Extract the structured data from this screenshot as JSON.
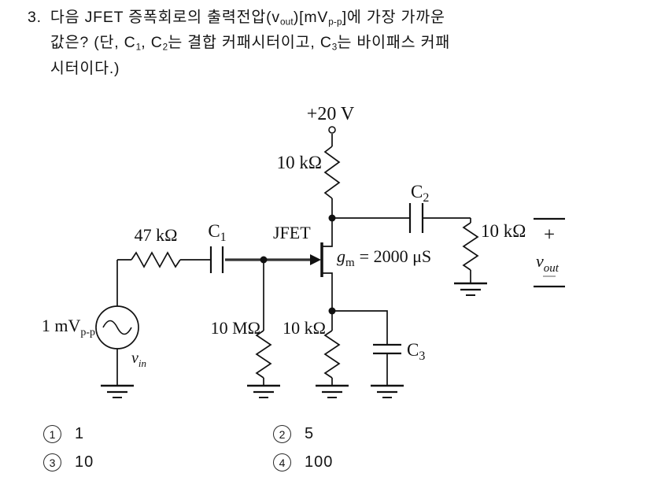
{
  "question": {
    "number": "3.",
    "line1": {
      "a": "다음 JFET 증폭회로의 출력전압(v",
      "b": "out",
      "c": ")[mV",
      "d": "p-p",
      "e": "]에 가장 가까운"
    },
    "line2": {
      "a": "값은? (단, C",
      "b": "1",
      "c": ", C",
      "d": "2",
      "e": "는 결합 커패시터이고, C",
      "f": "3",
      "g": "는 바이패스 커패"
    },
    "line3": "시터이다.)"
  },
  "circuit": {
    "supply_label": "+20 V",
    "jfet_label": "JFET",
    "gm": {
      "symbol": "g",
      "sub": "m",
      "value": "= 2000 μS"
    },
    "resistors": {
      "series": "47 kΩ",
      "gate": "10 MΩ",
      "source": "10 kΩ",
      "drain": "10 kΩ",
      "load": "10 kΩ"
    },
    "capacitors": {
      "c1": {
        "name": "C",
        "sub": "1"
      },
      "c2": {
        "name": "C",
        "sub": "2"
      },
      "c3": {
        "name": "C",
        "sub": "3"
      }
    },
    "input": {
      "amplitude": "1 mV",
      "amplitude_sub": "p-p",
      "vin_symbol": "v",
      "vin_sub": "in"
    },
    "output": {
      "plus": "+",
      "vout_symbol": "v",
      "vout_sub": "out"
    }
  },
  "choices": [
    {
      "num": "1",
      "label": "1"
    },
    {
      "num": "2",
      "label": "5"
    },
    {
      "num": "3",
      "label": "10"
    },
    {
      "num": "4",
      "label": "100"
    }
  ]
}
